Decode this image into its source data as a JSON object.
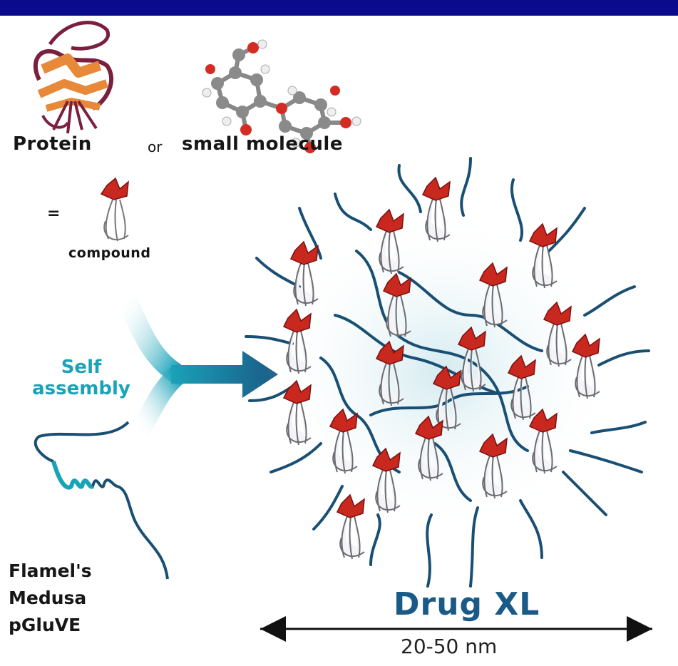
{
  "labels": {
    "protein": "Protein",
    "or": "or",
    "small_molecule": "small molecule",
    "equals": "=",
    "compound": "compound",
    "self_assembly_line1": "Self",
    "self_assembly_line2": "assembly",
    "flamel_line1": "Flamel's",
    "flamel_line2": "Medusa",
    "flamel_line3": "pGluVE",
    "product": "Drug XL",
    "size": "20-50 nm"
  },
  "colors": {
    "top_bar": "#0a0a8c",
    "polymer": "#1a4f74",
    "protein_red": "#c8281e",
    "protein_orange": "#e8893a",
    "protein_maroon": "#7a1f3d",
    "arrow_teal": "#1aa2b8",
    "arrow_dark": "#1a5a86",
    "cluster_glow": "#cfe8ee"
  }
}
